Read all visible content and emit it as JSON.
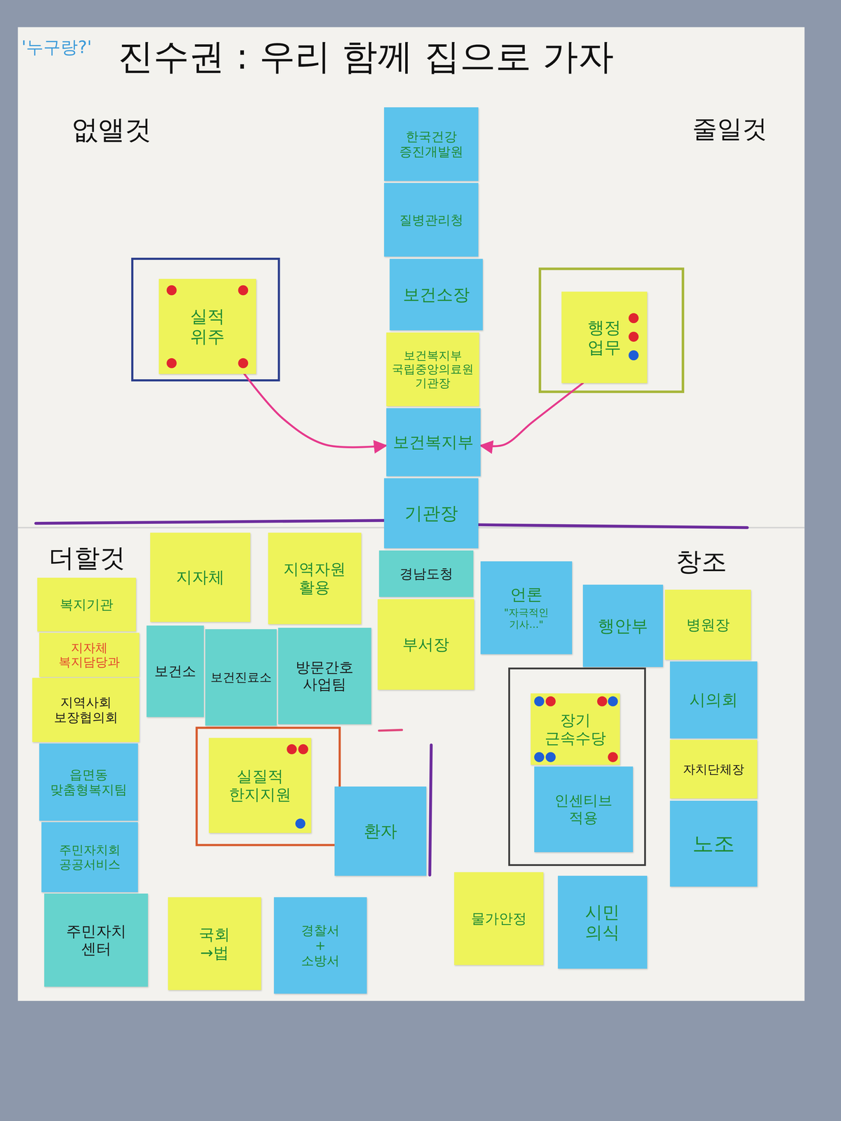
{
  "diagram": {
    "title": "진수권 : 우리 함께 집으로 가자",
    "nodes": [
      {
        "text": [
          "실적 위주"
        ]
      },
      {
        "text": [
          "행정 업무"
        ]
      },
      {
        "text": [
          "한국건강 증진개발원"
        ]
      },
      {
        "text": [
          "질병관리청"
        ]
      },
      {
        "text": [
          "보건소장"
        ]
      },
      {
        "text": [
          "보건복지부 국립중앙의료원 기관장"
        ]
      },
      {
        "text": [
          "보건복지부"
        ]
      },
      {
        "text": [
          "기관장"
        ]
      },
      {
        "text": [
          "경남도청"
        ]
      },
      {
        "text": [
          "부서장"
        ]
      },
      {
        "text": [
          "복지기관"
        ]
      },
      {
        "text": [
          "지자체"
        ]
      },
      {
        "text": [
          "지역자원 활용"
        ]
      },
      {
        "text": [
          "지자체 복지담당과"
        ]
      },
      {
        "text": [
          "보건소"
        ]
      },
      {
        "text": [
          "보건진료소"
        ]
      },
      {
        "text": [
          "방문간호 사업팀"
        ]
      },
      {
        "text": [
          "지역사회 보장협의회"
        ]
      },
      {
        "text": [
          "읍면동 맞춤형복지팀"
        ]
      },
      {
        "text": [
          "실질적 한지지원"
        ]
      },
      {
        "text": [
          "환자"
        ]
      },
      {
        "text": [
          "주민자치회 공공서비스"
        ]
      },
      {
        "text": [
          "주민자치 센터"
        ]
      },
      {
        "text": [
          "국회 →법"
        ]
      },
      {
        "text": [
          "경찰서 + 소방서"
        ]
      },
      {
        "text": [
          "언론",
          "\"자극적인 기사...\""
        ]
      },
      {
        "text": [
          "행안부"
        ]
      },
      {
        "text": [
          "병원장"
        ]
      },
      {
        "text": [
          "시의회"
        ]
      },
      {
        "text": [
          "장기 근속수당"
        ]
      },
      {
        "text": [
          "자치단체장"
        ]
      },
      {
        "text": [
          "인센티브 적용"
        ]
      },
      {
        "text": [
          "노조"
        ]
      },
      {
        "text": [
          "물가안정"
        ]
      },
      {
        "text": [
          "시민 의식"
        ]
      }
    ],
    "edges": [
      {
        "from": 0,
        "to": 6,
        "arrow": "to"
      },
      {
        "from": 1,
        "to": 6,
        "arrow": "to"
      }
    ],
    "labels": [
      "'누구랑?'",
      "없앨것",
      "줄일것",
      "더할것",
      "창조"
    ]
  }
}
